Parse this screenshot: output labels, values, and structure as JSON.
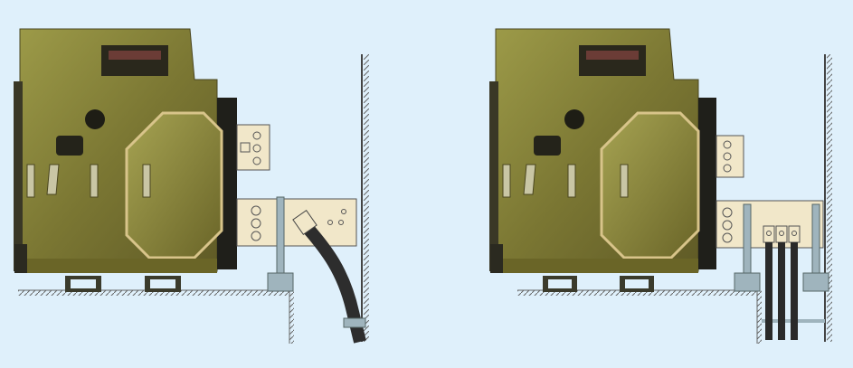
{
  "colors": {
    "background": "#dff0fb",
    "panel_olive": "#8a8a3c",
    "panel_dark": "#5e5a2a",
    "busbar": "#f1e7c9",
    "support_gray": "#9fb4bd",
    "cable": "#303030",
    "wall_line": "#555555"
  },
  "illustrations": [
    {
      "name": "left-breaker-cable-connection",
      "connection": "cable"
    },
    {
      "name": "right-breaker-busbar-connection",
      "connection": "busbar-strips"
    }
  ]
}
